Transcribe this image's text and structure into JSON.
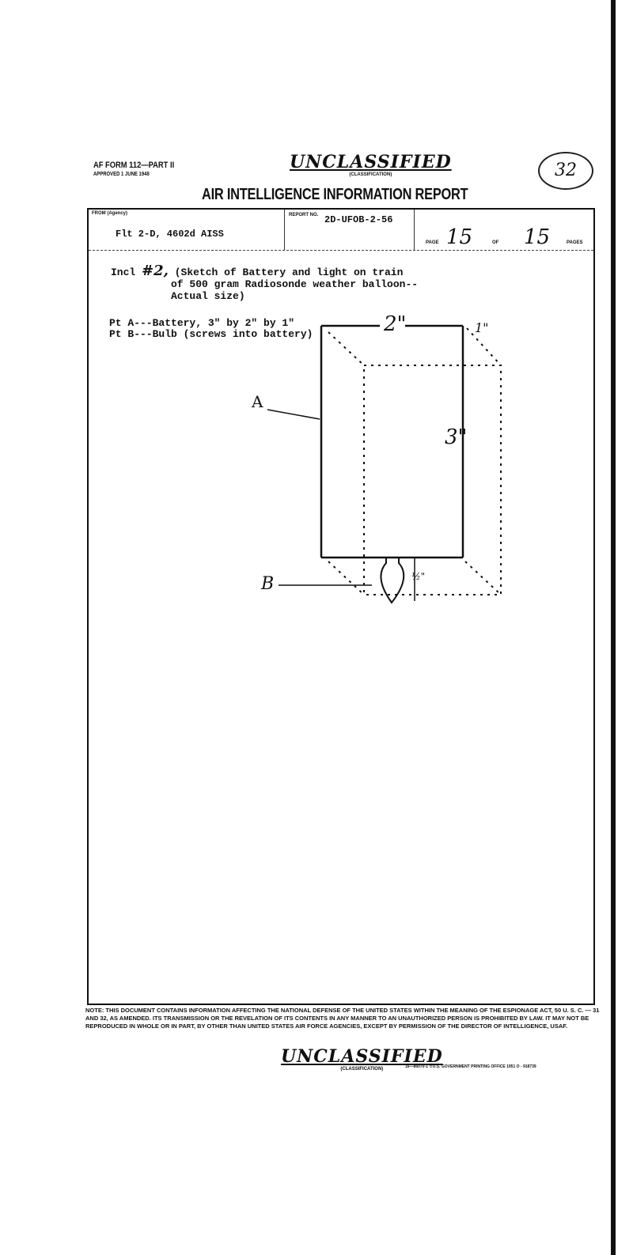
{
  "form": {
    "id": "AF FORM 112—PART II",
    "approved": "APPROVED 1 JUNE 1948"
  },
  "classification": {
    "top": "UNCLASSIFIED",
    "bottom": "UNCLASSIFIED",
    "caption": "(CLASSIFICATION)"
  },
  "page_mark": "32",
  "title": "AIR INTELLIGENCE INFORMATION REPORT",
  "header": {
    "from_label": "FROM (Agency)",
    "from_value": "Flt 2-D, 4602d AISS",
    "report_label": "REPORT NO.",
    "report_value": "2D-UFOB-2-56",
    "page_label": "PAGE",
    "page_value": "15",
    "of_label": "OF",
    "of_value": "15",
    "pages_label": "PAGES"
  },
  "body": {
    "incl_prefix": "Incl",
    "incl_num": "#2,",
    "lines": [
      "(Sketch of Battery and light on train",
      "of 500 gram Radiosonde weather balloon--",
      "Actual size)"
    ],
    "parts": [
      "Pt A---Battery, 3\" by 2\" by 1\"",
      "Pt B---Bulb (screws into battery)"
    ]
  },
  "sketch": {
    "label_a": "A",
    "label_b": "B",
    "width": "2\"",
    "depth": "1\"",
    "height": "3\"",
    "bulb": "½\""
  },
  "note": "NOTE: THIS DOCUMENT CONTAINS INFORMATION AFFECTING THE NATIONAL DEFENSE OF THE UNITED STATES WITHIN THE MEANING OF THE ESPIONAGE ACT, 50 U. S. C. — 31 AND 32, AS AMENDED. ITS TRANSMISSION OR THE REVELATION OF ITS CONTENTS IN ANY MANNER TO AN UNAUTHORIZED PERSON IS PROHIBITED BY LAW. IT MAY NOT BE REPRODUCED IN WHOLE OR IN PART, BY OTHER THAN UNITED STATES AIR FORCE AGENCIES, EXCEPT BY PERMISSION OF THE DIRECTOR OF INTELLIGENCE, USAF.",
  "printer": "16—86070-1   ☆U.S. GOVERNMENT PRINTING OFFICE   1951 O - 918739"
}
